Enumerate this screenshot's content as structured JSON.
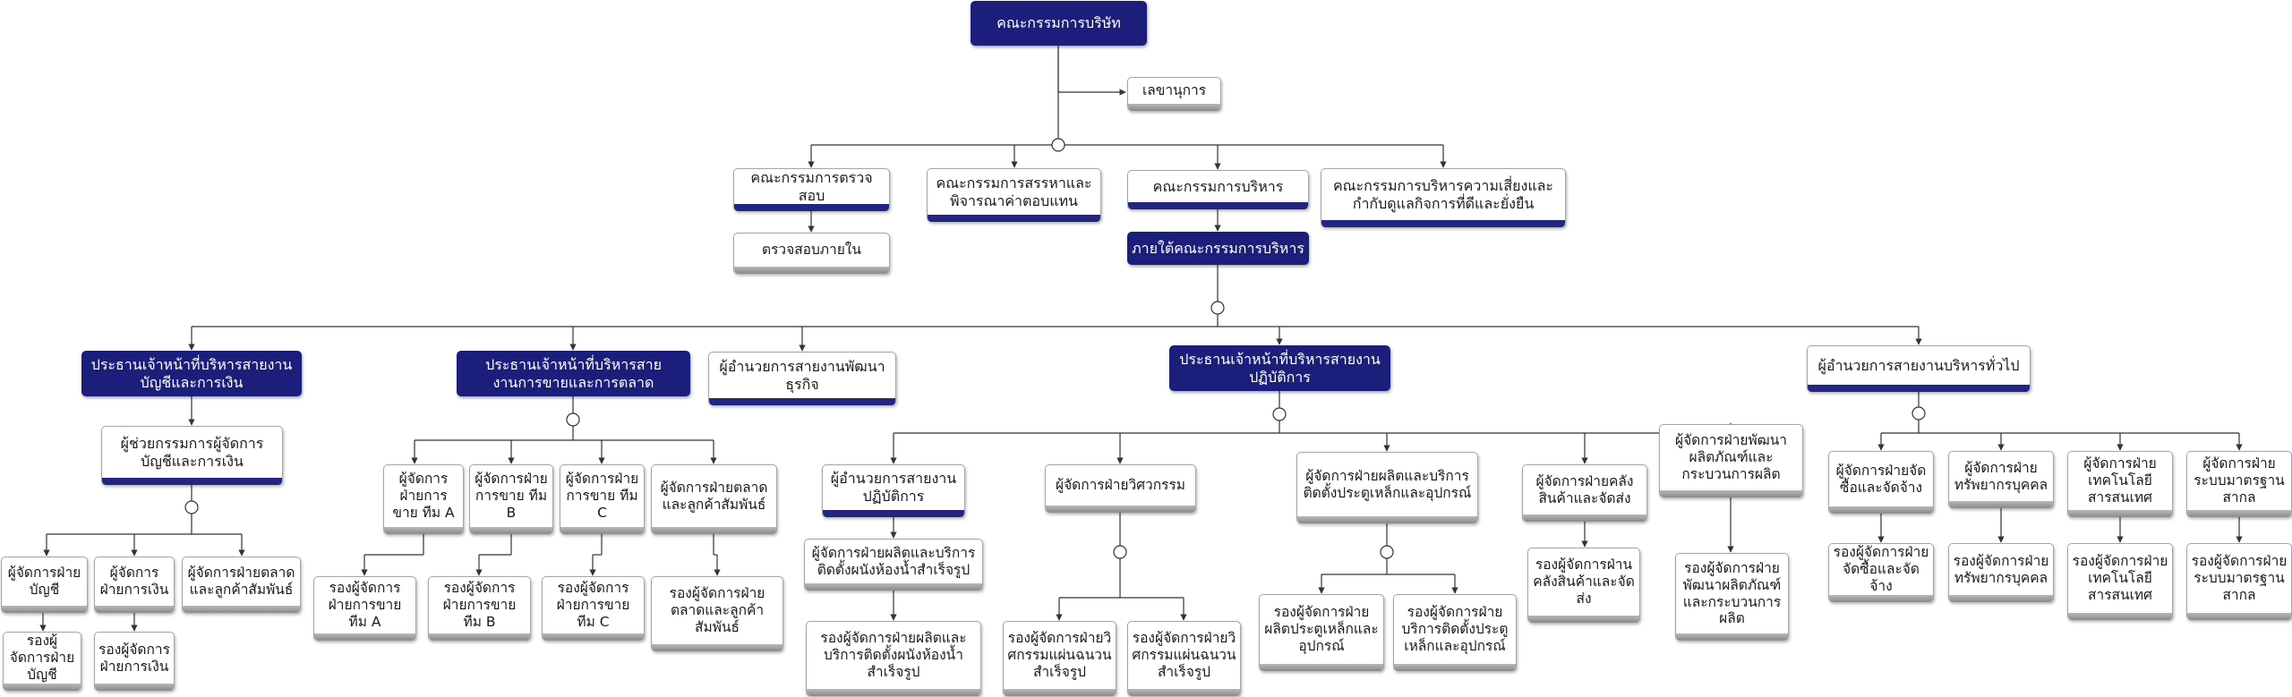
{
  "nodes": {
    "board": "คณะกรรมการบริษัท",
    "secretary": "เลขานุการ",
    "audit_committee": "คณะกรรมการตรวจสอบ",
    "nomination_committee": "คณะกรรมการสรรหาและพิจารณาค่าตอบแทน",
    "executive_committee": "คณะกรรมการบริหาร",
    "risk_committee": "คณะกรรมการบริหารความเสี่ยงและกำกับดูแลกิจการที่ดีและยั่งยืน",
    "internal_audit": "ตรวจสอบภายใน",
    "under_exec": "ภายใต้คณะกรรมการบริหาร",
    "cfo": "ประธานเจ้าหน้าที่บริหารสายงานบัญชีและการเงิน",
    "cso": "ประธานเจ้าหน้าที่บริหารสายงานการขายและการตลาด",
    "bd_director": "ผู้อำนวยการสายงานพัฒนาธุรกิจ",
    "coo": "ประธานเจ้าหน้าที่บริหารสายงานปฏิบัติการ",
    "admin_director": "ผู้อำนวยการสายงานบริหารทั่วไป",
    "asst_acc_fin": "ผู้ช่วยกรรมการผู้จัดการบัญชีและการเงิน",
    "acc_mgr": "ผู้จัดการฝ่ายบัญชี",
    "fin_mgr": "ผู้จัดการฝ่ายการเงิน",
    "mkt_cust_mgr_1": "ผู้จัดการฝ่ายตลาดและลูกค้าสัมพันธ์",
    "dep_acc_mgr": "รองผู้จัดการฝ่ายบัญชี",
    "dep_fin_mgr": "รองผู้จัดการฝ่ายการเงิน",
    "sales_a": "ผู้จัดการฝ่ายการขาย ทีม A",
    "sales_b": "ผู้จัดการฝ่ายการขาย ทีม B",
    "sales_c": "ผู้จัดการฝ่ายการขาย ทีม C",
    "mkt_cust_mgr_2": "ผู้จัดการฝ่ายตลาดและลูกค้าสัมพันธ์",
    "dep_sales_a": "รองผู้จัดการฝ่ายการขาย ทีม A",
    "dep_sales_b": "รองผู้จัดการฝ่ายการขาย ทีม B",
    "dep_sales_c": "รองผู้จัดการฝ่ายการขาย ทีม C",
    "dep_mkt": "รองผู้จัดการฝ่ายตลาดและลูกค้าสัมพันธ์",
    "ops_director": "ผู้อำนวยการสายงานปฏิบัติการ",
    "eng_mgr": "ผู้จัดการฝ่ายวิศวกรรม",
    "steel_mgr": "ผู้จัดการฝ่ายผลิตและบริการติดตั้งประตูเหล็กและอุปกรณ์",
    "warehouse_mgr": "ผู้จัดการฝ่ายคลังสินค้าและจัดส่ง",
    "rnd_mgr": "ผู้จัดการฝ่ายพัฒนาผลิตภัณฑ์และกระบวนการผลิต",
    "coldroom_mgr": "ผู้จัดการฝ่ายผลิตและบริการติดตั้งผนังห้องน้ำสำเร็จรูป",
    "dep_coldroom": "รองผู้จัดการฝ่ายผลิตและบริการติดตั้งผนังห้องน้ำสำเร็จรูป",
    "dep_eng_1": "รองผู้จัดการฝ่ายวิศกรรมแผ่นฉนวนสำเร็จรูป",
    "dep_eng_2": "รองผู้จัดการฝ่ายวิศกรรมแผ่นฉนวนสำเร็จรูป",
    "dep_steel_prod": "รองผู้จัดการฝ่ายผลิตประตูเหล็กและอุปกรณ์",
    "dep_steel_svc": "รองผู้จัดการฝ่ายบริการติดตั้งประตูเหล็กและอุปกรณ์",
    "dep_warehouse": "รองผู้จัดการฝ่านคลังสินค้าและจัดส่ง",
    "dep_rnd": "รองผู้จัดการฝ่ายพัฒนาผลิตภัณฑ์และกระบวนการผลิต",
    "purchasing_mgr": "ผู้จัดการฝ่ายจัดซื้อและจัดจ้าง",
    "hr_mgr": "ผู้จัดการฝ่ายทรัพยากรบุคคล",
    "it_mgr": "ผู้จัดการฝ่ายเทคโนโลยีสารสนเทศ",
    "iso_mgr": "ผู้จัดการฝ่ายระบบมาตรฐานสากล",
    "dep_purchasing": "รองผู้จัดการฝ่ายจัดซื้อและจัดจ้าง",
    "dep_hr": "รองผู้จัดการฝ่ายทรัพยากรบุคคล",
    "dep_it": "รองผู้จัดการฝ่ายเทคโนโลยีสารสนเทศ",
    "dep_iso": "รองผู้จัดการฝ่ายระบบมาตรฐานสากล"
  },
  "colors": {
    "dark_box": "#1c1e7c",
    "accent_bar": "#23267e",
    "connector": "#333333"
  }
}
